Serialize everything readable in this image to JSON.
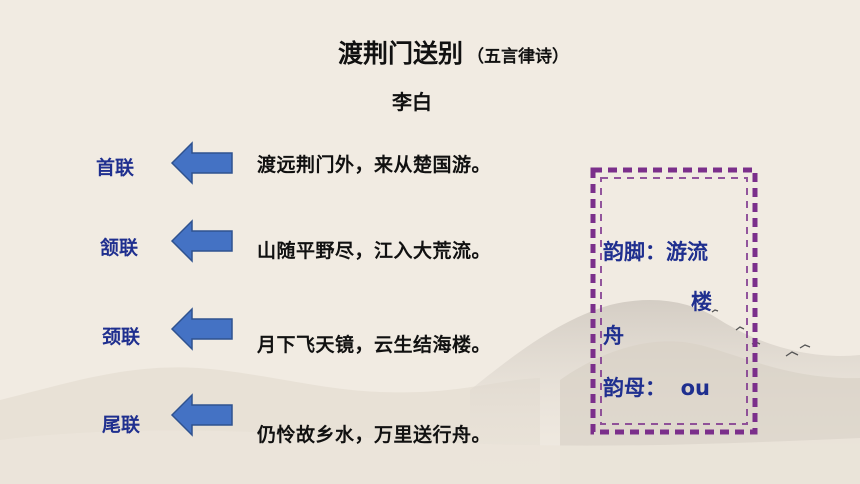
{
  "title": {
    "main": "渡荆门送别",
    "sub": "（五言律诗）"
  },
  "author": "李白",
  "couplets": [
    {
      "label": "首联",
      "line": "渡远荆门外，来从楚国游。"
    },
    {
      "label": "颔联",
      "line": "山随平野尽，江入大荒流。"
    },
    {
      "label": "颈联",
      "line": "月下飞天镜，云生结海楼。"
    },
    {
      "label": "尾联",
      "line": "仍怜故乡水，万里送行舟。"
    }
  ],
  "rhyme": {
    "line1": "韵脚：游流",
    "line2": "楼",
    "line3": "舟",
    "line4": "韵母：  ou"
  },
  "colors": {
    "background": "#f1ebe2",
    "label": "#1f2f8f",
    "arrow": "#4472c4",
    "box_border": "#7b2f8b"
  }
}
